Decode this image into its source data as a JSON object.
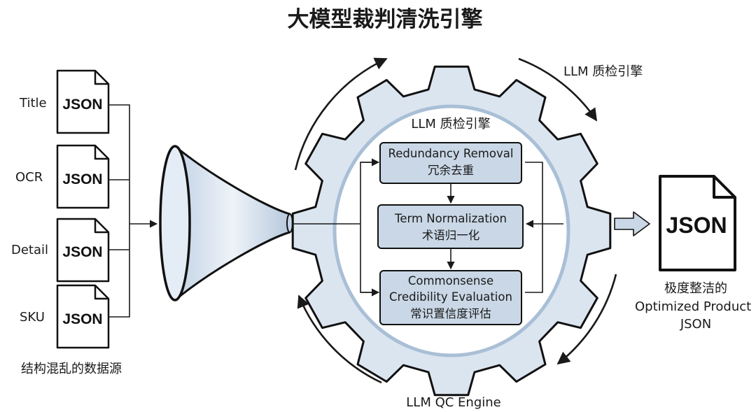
{
  "title": "大模型裁判清洗引擎",
  "sources": {
    "items": [
      {
        "label": "Title",
        "file": "JSON"
      },
      {
        "label": "OCR",
        "file": "JSON"
      },
      {
        "label": "Detail",
        "file": "JSON"
      },
      {
        "label": "SKU",
        "file": "JSON"
      }
    ],
    "caption": "结构混乱的数据源"
  },
  "engine": {
    "outer_label": "LLM 质检引擎",
    "inner_label": "LLM 质检引擎",
    "bottom_label": "LLM QC Engine",
    "steps": [
      {
        "en": "Redundancy Removal",
        "zh": "冗余去重"
      },
      {
        "en": "Term Normalization",
        "zh": "术语归一化"
      },
      {
        "en_line1": "Commonsense",
        "en_line2": "Credibility Evaluation",
        "zh": "常识置信度评估"
      }
    ]
  },
  "output": {
    "file": "JSON",
    "caption_zh": "极度整洁的",
    "caption_en_1": "Optimized Product",
    "caption_en_2": "JSON"
  },
  "colors": {
    "gear_fill": "#dbe5f0",
    "box_fill": "#c9d7e6",
    "line": "#1a1a1a"
  }
}
